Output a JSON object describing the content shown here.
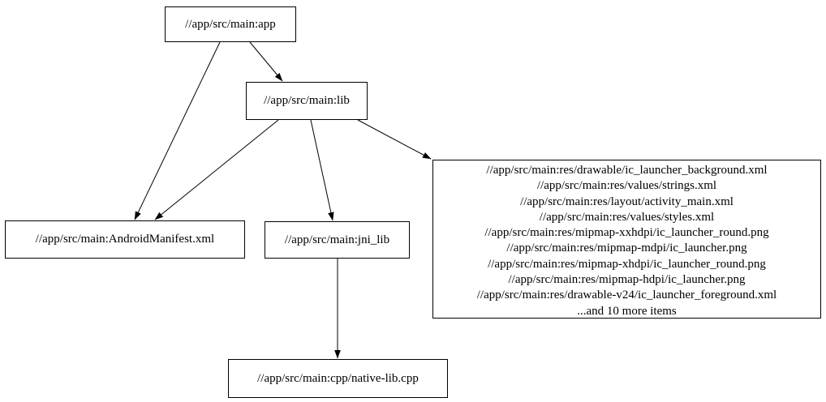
{
  "diagram": {
    "type": "dependency-graph",
    "background_color": "#ffffff",
    "node_border_color": "#000000",
    "edge_color": "#000000",
    "text_color": "#000000",
    "nodes": {
      "app": {
        "label": "//app/src/main:app"
      },
      "lib": {
        "label": "//app/src/main:lib"
      },
      "manifest": {
        "label": "//app/src/main:AndroidManifest.xml"
      },
      "jni_lib": {
        "label": "//app/src/main:jni_lib"
      },
      "native": {
        "label": "//app/src/main:cpp/native-lib.cpp"
      },
      "resources": {
        "lines": [
          "//app/src/main:res/drawable/ic_launcher_background.xml",
          "//app/src/main:res/values/strings.xml",
          "//app/src/main:res/layout/activity_main.xml",
          "//app/src/main:res/values/styles.xml",
          "//app/src/main:res/mipmap-xxhdpi/ic_launcher_round.png",
          "//app/src/main:res/mipmap-mdpi/ic_launcher.png",
          "//app/src/main:res/mipmap-xhdpi/ic_launcher_round.png",
          "//app/src/main:res/mipmap-hdpi/ic_launcher.png",
          "//app/src/main:res/drawable-v24/ic_launcher_foreground.xml",
          "...and 10 more items"
        ]
      }
    },
    "edges": [
      {
        "from": "app",
        "to": "manifest"
      },
      {
        "from": "app",
        "to": "lib"
      },
      {
        "from": "lib",
        "to": "manifest"
      },
      {
        "from": "lib",
        "to": "jni_lib"
      },
      {
        "from": "lib",
        "to": "resources"
      },
      {
        "from": "jni_lib",
        "to": "native"
      }
    ]
  }
}
